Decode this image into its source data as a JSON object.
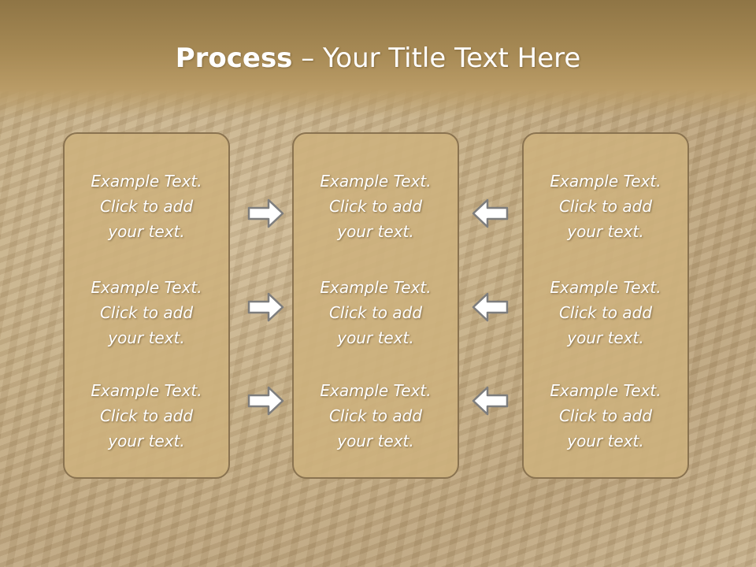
{
  "title": {
    "bold": "Process",
    "rest": " – Your Title Text Here"
  },
  "panels": [
    {
      "items": [
        [
          "Example Text.",
          "Click  to add",
          "your text."
        ],
        [
          "Example Text.",
          "Click  to add",
          "your text."
        ],
        [
          "Example Text.",
          "Click  to add",
          "your text."
        ]
      ]
    },
    {
      "items": [
        [
          "Example Text.",
          "Click  to add",
          "your text."
        ],
        [
          "Example Text.",
          "Click  to add",
          "your text."
        ],
        [
          "Example Text.",
          "Click  to add",
          "your text."
        ]
      ]
    },
    {
      "items": [
        [
          "Example Text.",
          "Click  to add",
          "your text."
        ],
        [
          "Example Text.",
          "Click  to add",
          "your text."
        ],
        [
          "Example Text.",
          "Click  to add",
          "your text."
        ]
      ]
    }
  ],
  "arrows": {
    "left_group": "arrow-right-icon",
    "right_group": "arrow-left-icon"
  },
  "colors": {
    "header": "#a78a55",
    "panel": "#cdb17d",
    "panel_border": "#8a7350",
    "text": "#ffffff",
    "arrow_fill": "#ffffff",
    "arrow_stroke": "#7d7d7d"
  }
}
